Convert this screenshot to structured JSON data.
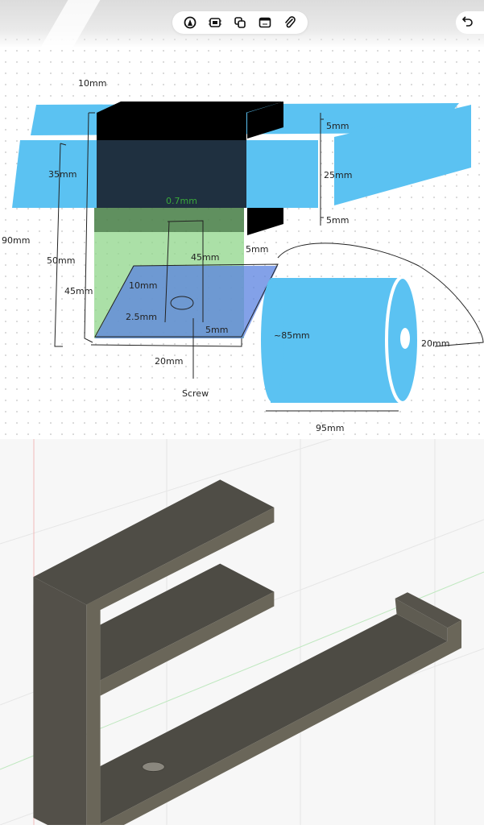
{
  "toolbar": {
    "icons": [
      "pen-tool-icon",
      "scan-text-icon",
      "shapes-icon",
      "media-icon",
      "attachment-icon"
    ],
    "undo_icon": "undo-icon"
  },
  "sketch": {
    "labels": {
      "top_width": "10mm",
      "shelf_top": "5mm",
      "shelf_thickness": "25mm",
      "shelf_bottom": "5mm",
      "upper_gap": "35mm",
      "total_height": "90mm",
      "lower_height": "50mm",
      "base_height": "45mm",
      "slot_width": "0.7mm",
      "side_thickness": "5mm",
      "arm_length": "45mm",
      "inner_10": "10mm",
      "hole_offset": "2.5mm",
      "base_thick": "5mm",
      "depth": "20mm",
      "screw": "Screw",
      "roll_diameter": "~85mm",
      "core_diameter": "20mm",
      "roll_width": "95mm"
    },
    "colors": {
      "shelf": "#5bc2f2",
      "box": "#000000",
      "overlap": "#1f3040",
      "green": "#8fd68a",
      "plane": "#5a82e0",
      "roll": "#5bc2f2"
    }
  },
  "model": {
    "body_color": "#4e4c45",
    "face_color": "#6a6659"
  }
}
